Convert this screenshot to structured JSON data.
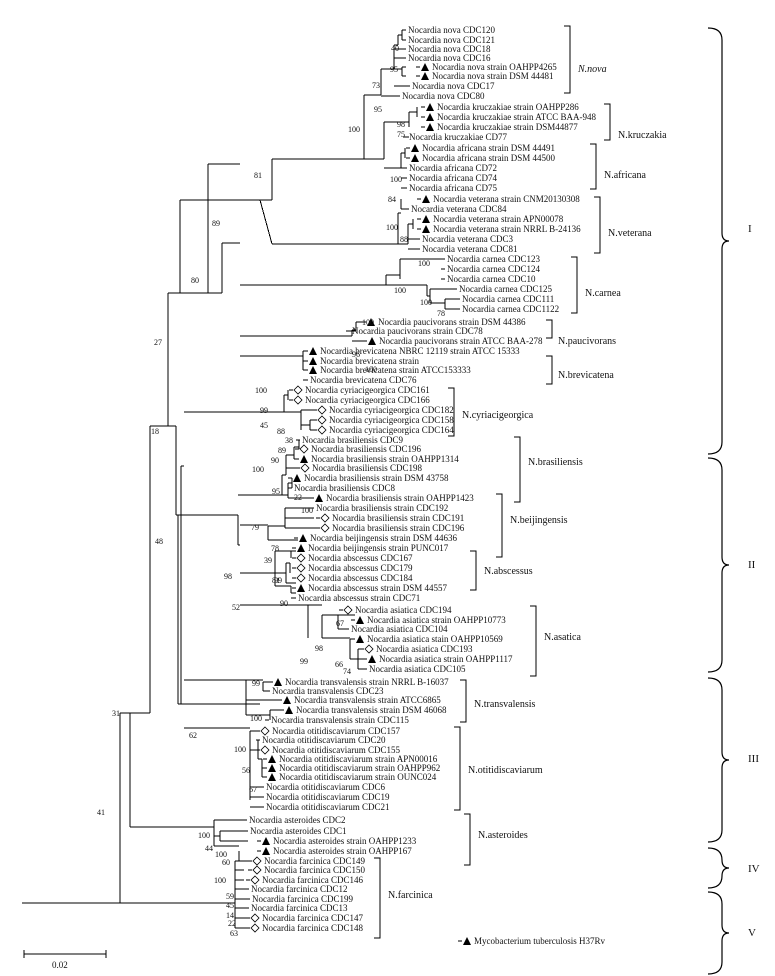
{
  "leaves": [
    {
      "label": "Nocardia nova CDC120",
      "marker": "none"
    },
    {
      "label": "Nocardia nova CDC121",
      "marker": "none"
    },
    {
      "label": "Nocardia nova CDC18",
      "marker": "none"
    },
    {
      "label": "Nocardia nova CDC16",
      "marker": "none"
    },
    {
      "label": "Nocardia nova strain OAHPP4265",
      "marker": "triangle"
    },
    {
      "label": "Nocardia nova strain DSM 44481",
      "marker": "triangle"
    },
    {
      "label": "Nocardia nova CDC17",
      "marker": "none"
    },
    {
      "label": "Nocardia nova CDC80",
      "marker": "none"
    },
    {
      "label": "Nocardia kruczakiae strain OAHPP286",
      "marker": "triangle"
    },
    {
      "label": "Nocardia kruczakiae strain ATCC BAA-948",
      "marker": "triangle"
    },
    {
      "label": "Nocardia kruczakiae strain DSM44877",
      "marker": "triangle"
    },
    {
      "label": "Nocardia kruczakiae CD77",
      "marker": "none"
    },
    {
      "label": "Nocardia africana strain DSM 44491",
      "marker": "triangle"
    },
    {
      "label": "Nocardia africana strain DSM 44500",
      "marker": "triangle"
    },
    {
      "label": "Nocardia africana CD72",
      "marker": "none"
    },
    {
      "label": "Nocardia africana CD74",
      "marker": "none"
    },
    {
      "label": "Nocardia africana CD75",
      "marker": "none"
    },
    {
      "label": "Nocardia veterana strain CNM20130308",
      "marker": "triangle"
    },
    {
      "label": "Nocardia veterana CDC84",
      "marker": "none"
    },
    {
      "label": "Nocardia veterana strain APN00078",
      "marker": "triangle"
    },
    {
      "label": "Nocardia veterana strain NRRL B-24136",
      "marker": "triangle"
    },
    {
      "label": "Nocardia veterana CDC3",
      "marker": "none"
    },
    {
      "label": "Nocardia veterana CDC81",
      "marker": "none"
    },
    {
      "label": "Nocardia carnea CDC123",
      "marker": "none"
    },
    {
      "label": "Nocardia carnea CDC124",
      "marker": "none"
    },
    {
      "label": "Nocardia carnea CDC10",
      "marker": "none"
    },
    {
      "label": "Nocardia carnea CDC125",
      "marker": "none"
    },
    {
      "label": "Nocardia carnea CDC111",
      "marker": "none"
    },
    {
      "label": "Nocardia carnea CDC1122",
      "marker": "none"
    },
    {
      "label": "Nocardia paucivorans strain DSM 44386",
      "marker": "triangle"
    },
    {
      "label": "Nocardia paucivorans strain CDC78",
      "marker": "none"
    },
    {
      "label": "Nocardia paucivorans strain ATCC BAA-278",
      "marker": "triangle"
    },
    {
      "label": "Nocardia brevicatena NBRC 12119 strain ATCC 15333",
      "marker": "triangle"
    },
    {
      "label": "Nocardia brevicatena strain",
      "marker": "triangle"
    },
    {
      "label": "Nocardia brevicatena strain ATCC153333",
      "marker": "triangle"
    },
    {
      "label": "Nocardia brevicatena CDC76",
      "marker": "none"
    },
    {
      "label": "Nocardia cyriacigeorgica CDC161",
      "marker": "diamond"
    },
    {
      "label": "Nocardia cyriacigeorgica CDC166",
      "marker": "diamond"
    },
    {
      "label": "Nocardia cyriacigeorgica CDC182",
      "marker": "diamond"
    },
    {
      "label": "Nocardia cyriacigeorgica CDC158",
      "marker": "diamond"
    },
    {
      "label": "Nocardia cyriacigeorgica CDC164",
      "marker": "diamond"
    },
    {
      "label": "Nocardia brasiliensis CDC9",
      "marker": "none"
    },
    {
      "label": "Nocardia brasiliensis CDC196",
      "marker": "diamond"
    },
    {
      "label": "Nocardia brasiliensis strain OAHPP1314",
      "marker": "triangle"
    },
    {
      "label": "Nocardia brasiliensis CDC198",
      "marker": "diamond"
    },
    {
      "label": "Nocardia brasiliensis strain DSM 43758",
      "marker": "triangle"
    },
    {
      "label": "Nocardia brasiliensis CDC8",
      "marker": "none"
    },
    {
      "label": "Nocardia brasiliensis strain OAHPP1423",
      "marker": "triangle"
    },
    {
      "label": "Nocardia brasiliensis strain CDC192",
      "marker": "none"
    },
    {
      "label": "Nocardia brasiliensis strain CDC191",
      "marker": "diamond"
    },
    {
      "label": "Nocardia brasiliensis strain CDC196",
      "marker": "diamond"
    },
    {
      "label": "Nocardia beijingensis strain DSM 44636",
      "marker": "triangle"
    },
    {
      "label": "Nocardia beijingensis strain PUNC017",
      "marker": "triangle"
    },
    {
      "label": "Nocardia abscessus CDC167",
      "marker": "diamond"
    },
    {
      "label": "Nocardia abscessus CDC179",
      "marker": "diamond"
    },
    {
      "label": "Nocardia abscessus CDC184",
      "marker": "diamond"
    },
    {
      "label": "Nocardia abscessus strain DSM 44557",
      "marker": "triangle"
    },
    {
      "label": "Nocardia abscessus strain CDC71",
      "marker": "none"
    },
    {
      "label": "Nocardia asiatica CDC194",
      "marker": "diamond"
    },
    {
      "label": "Nocardia asiatica strain OAHPP10773",
      "marker": "triangle"
    },
    {
      "label": "Nocardia asiatica CDC104",
      "marker": "none"
    },
    {
      "label": "Nocardia asiatica stain OAHPP10569",
      "marker": "triangle"
    },
    {
      "label": "Nocardia asiatica CDC193",
      "marker": "diamond"
    },
    {
      "label": "Nocardia asiatica strain OAHPP1117",
      "marker": "triangle"
    },
    {
      "label": "Nocardia asiatica CDC105",
      "marker": "none"
    },
    {
      "label": "Nocardia transvalensis strain NRRL B-16037",
      "marker": "triangle"
    },
    {
      "label": "Nocardia transvalensis CDC23",
      "marker": "none"
    },
    {
      "label": "Nocardia transvalensis strain ATCC6865",
      "marker": "triangle"
    },
    {
      "label": "Nocardia transvalensis strain DSM 46068",
      "marker": "triangle"
    },
    {
      "label": "Nocardia transvalensis strain CDC115",
      "marker": "none"
    },
    {
      "label": "Nocardia otitidiscaviarum CDC157",
      "marker": "diamond"
    },
    {
      "label": "Nocardia otitidiscaviarum CDC20",
      "marker": "none"
    },
    {
      "label": "Nocardia otitidiscaviarum CDC155",
      "marker": "diamond"
    },
    {
      "label": "Nocardia otitidiscaviarum strain APN00016",
      "marker": "triangle"
    },
    {
      "label": "Nocardia otitidiscaviarum strain OAHPP962",
      "marker": "triangle"
    },
    {
      "label": "Nocardia otitidiscaviarum strain OUNC024",
      "marker": "triangle"
    },
    {
      "label": "Nocardia otitidiscaviarum CDC6",
      "marker": "none"
    },
    {
      "label": "Nocardia otitidiscaviarum CDC19",
      "marker": "none"
    },
    {
      "label": "Nocardia otitidiscaviarum CDC21",
      "marker": "none"
    },
    {
      "label": "Nocardia asteroides CDC2",
      "marker": "none"
    },
    {
      "label": "Nocardia asteroides CDC1",
      "marker": "none"
    },
    {
      "label": "Nocardia asteroides strain OAHPP1233",
      "marker": "triangle"
    },
    {
      "label": "Nocardia asteroides strain OAHPP167",
      "marker": "triangle"
    },
    {
      "label": "Nocardia farcinica CDC149",
      "marker": "diamond"
    },
    {
      "label": "Nocardia farcinica CDC150",
      "marker": "diamond"
    },
    {
      "label": "Nocardia farcinica CDC146",
      "marker": "diamond"
    },
    {
      "label": "Nocardia farcinica CDC12",
      "marker": "none"
    },
    {
      "label": "Nocardia farcinica CDC199",
      "marker": "none"
    },
    {
      "label": "Nocardia farcinica CDC13",
      "marker": "none"
    },
    {
      "label": "Nocardia farcinica CDC147",
      "marker": "diamond"
    },
    {
      "label": "Nocardia farcinica CDC148",
      "marker": "diamond"
    },
    {
      "label": "Mycobacterium tuberculosis H37Rv",
      "marker": "triangle"
    }
  ],
  "bootstrap_values": [
    "40",
    "95",
    "73",
    "95",
    "98",
    "75",
    "100",
    "100",
    "81",
    "84",
    "100",
    "88",
    "89",
    "100",
    "100",
    "100",
    "78",
    "80",
    "100",
    "96",
    "100",
    "27",
    "100",
    "99",
    "45",
    "88",
    "18",
    "38",
    "89",
    "90",
    "100",
    "95",
    "22",
    "100",
    "79",
    "78",
    "39",
    "81",
    "99",
    "90",
    "98",
    "52",
    "67",
    "98",
    "66",
    "74",
    "99",
    "48",
    "31",
    "99",
    "100",
    "62",
    "100",
    "56",
    "67",
    "41",
    "100",
    "44",
    "100",
    "60",
    "100",
    "59",
    "45",
    "14",
    "22",
    "63"
  ],
  "clade_labels": [
    {
      "text": "N.nova",
      "italic": true
    },
    {
      "text": "N.kruczakia",
      "italic": false
    },
    {
      "text": "N.africana",
      "italic": false
    },
    {
      "text": "N.veterana",
      "italic": false
    },
    {
      "text": "N.carnea",
      "italic": false
    },
    {
      "text": "N.paucivorans",
      "italic": false
    },
    {
      "text": "N.brevicatena",
      "italic": false
    },
    {
      "text": "N.cyriacigeorgica",
      "italic": false
    },
    {
      "text": "N.brasiliensis",
      "italic": false
    },
    {
      "text": "N.beijingensis",
      "italic": false
    },
    {
      "text": "N.abscessus",
      "italic": false
    },
    {
      "text": "N.asatica",
      "italic": false
    },
    {
      "text": "N.transvalensis",
      "italic": false
    },
    {
      "text": "N.otitidiscaviarum",
      "italic": false
    },
    {
      "text": "N.asteroides",
      "italic": false
    },
    {
      "text": "N.farcinica",
      "italic": false
    }
  ],
  "groups": [
    "I",
    "II",
    "III",
    "IV",
    "V"
  ],
  "scale_bar_label": "0.02"
}
